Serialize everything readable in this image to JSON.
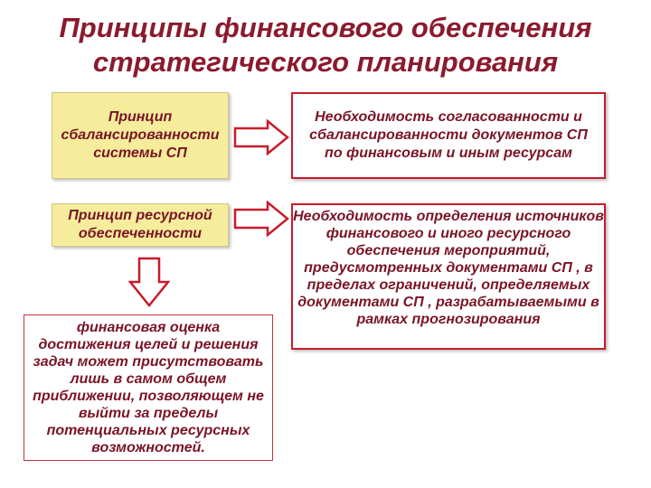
{
  "title": {
    "line1": "Принципы финансового обеспечения",
    "line2": "стратегического планирования"
  },
  "boxes": {
    "principle_balance": "Принцип сбалансированности системы СП",
    "principle_resource": "Принцип ресурсной обеспеченности",
    "necessity_balance": "Необходимость согласованности и сбалансированности документов СП по финансовым и иным ресурсам",
    "necessity_resource": "Необходимость определения источников финансового и иного ресурсного обеспечения мероприятий, предусмотренных документами СП , в пределах ограничений, определяемых документами СП , разрабатываемыми в рамках прогнозирования",
    "financial_assessment": "финансовая оценка достижения целей и решения задач может присутствовать лишь в самом общем приближении, позволяющем не выйти за пределы потенциальных ресурсных возможностей."
  },
  "colors": {
    "title": "#8b1a2e",
    "text": "#7a1426",
    "yellow_fill": "#f5ec9c",
    "red_border": "#c81b2a"
  }
}
